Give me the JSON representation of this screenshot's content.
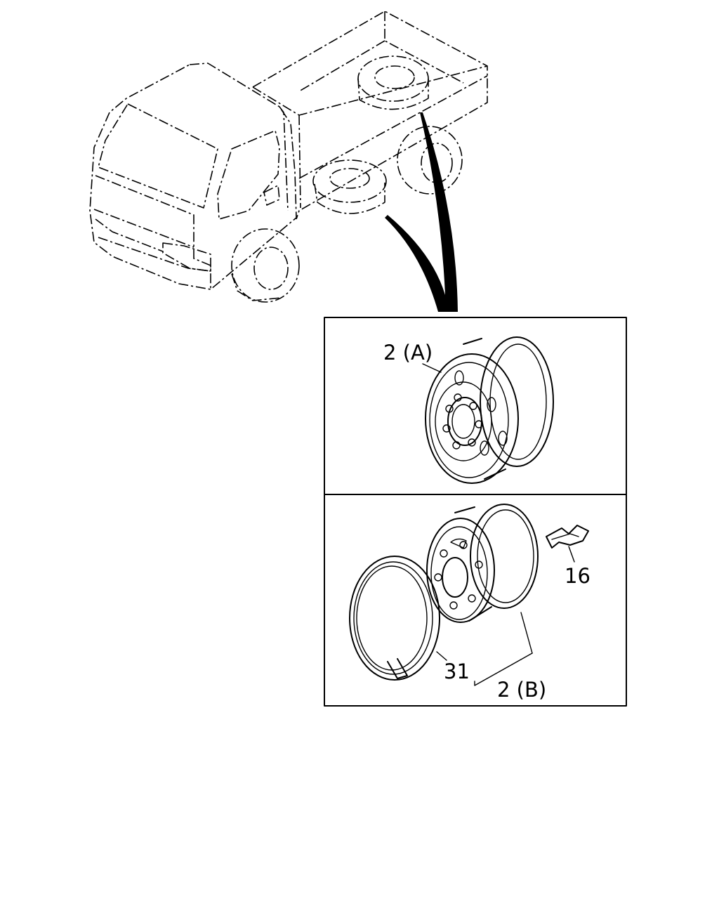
{
  "callouts": {
    "wheel_a": "2 (A)",
    "wheel_b": "2 (B)",
    "side_ring": "31",
    "clip": "16"
  }
}
